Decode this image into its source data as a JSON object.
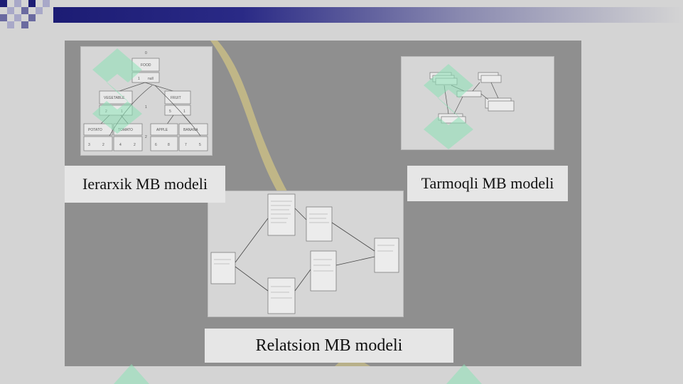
{
  "slide": {
    "captions": {
      "hierarchical": "Ierarxik MB modeli",
      "network": "Tarmoqli MB modeli",
      "relational": "Relatsion MB modeli"
    }
  },
  "hierarchical_diagram": {
    "root_top": "0",
    "root_box": "FOOD",
    "root_ptr": "1",
    "root_ptr2": "null",
    "left_box": "VEGETABLE",
    "right_box": "FRUIT",
    "left_nums": [
      "2",
      "1"
    ],
    "right_nums": [
      "5",
      "1"
    ],
    "mid_label": "1",
    "mid_label2": "2",
    "leaves": [
      "POTATO",
      "TOMATO",
      "APPLE",
      "BANANA"
    ],
    "leaf_nums": [
      "3",
      "2",
      "4",
      "2",
      "6",
      "8",
      "7",
      "5"
    ]
  },
  "colors": {
    "accent_dark": "#1c1c74",
    "watermark": "#8de2b6",
    "caption_bg": "#e6e6e6",
    "panel_bg": "#8f8f8f"
  }
}
